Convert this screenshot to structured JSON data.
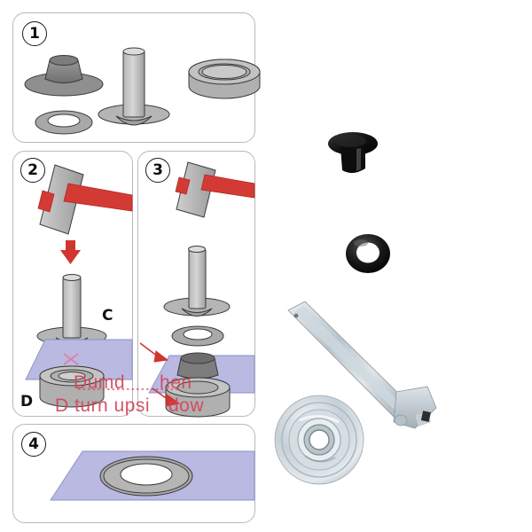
{
  "document": {
    "title": "Eyelet / Grommet Installation Instructions",
    "kind": "instruction-diagram"
  },
  "panels": [
    {
      "number": "1",
      "caption": "",
      "labels": [],
      "parts": [
        "grommet-cap",
        "setting-punch",
        "anvil-base",
        "eyelet-washer"
      ]
    },
    {
      "number": "2",
      "caption": "",
      "labels": [
        {
          "text": "C",
          "name": "label-c"
        },
        {
          "text": "D",
          "name": "label-d"
        }
      ],
      "parts": [
        "hammer",
        "down-arrow",
        "setting-punch",
        "fabric-sheet",
        "anvil-base",
        "x-mark"
      ]
    },
    {
      "number": "3",
      "caption": "",
      "labels": [],
      "parts": [
        "hammer",
        "setting-punch",
        "eyelet-washer",
        "fabric-sheet",
        "grommet-cap",
        "anvil-base",
        "red-arrow"
      ]
    },
    {
      "number": "4",
      "caption": "",
      "labels": [],
      "parts": [
        "fabric-sheet",
        "finished-eyelet"
      ]
    }
  ],
  "overlay_text": {
    "line1_left": "Dumd",
    "line1_right": "hen",
    "line2_left": "D turn upsi",
    "line2_right": "dow"
  },
  "photos": [
    {
      "name": "grommet-cap-photo",
      "label": "grommet cap"
    },
    {
      "name": "eyelet-washer-photo",
      "label": "eyelet washer"
    },
    {
      "name": "punch-tool-photo",
      "label": "setting punch tool"
    },
    {
      "name": "anvil-base-photo",
      "label": "anvil base"
    }
  ],
  "colors": {
    "panel_border": "#b9b9b9",
    "fabric": "#b9b9e2",
    "hammer_handle": "#d43a34",
    "metal_light": "#c9c9c9",
    "metal_dark": "#8d8d8d",
    "red_text": "#d4455a",
    "black_part": "#1a1a1a",
    "zinc": "#c6cdd2"
  }
}
